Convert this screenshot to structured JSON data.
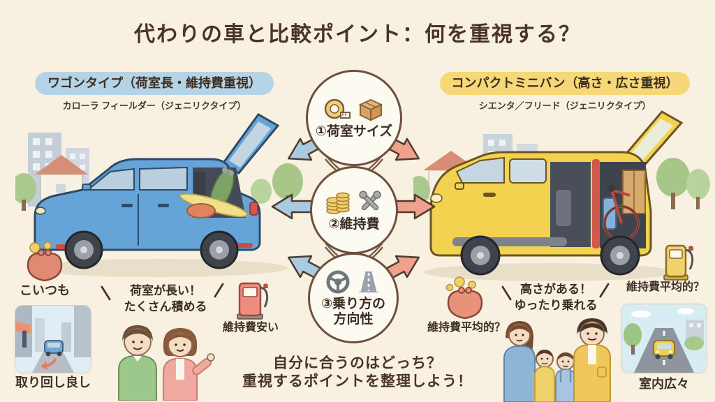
{
  "title": "代わりの車と比較ポイント：何を重視する？",
  "left": {
    "header": "ワゴンタイプ（荷室長・維持費重視）",
    "subtitle": "カローラ フィールダー（ジェニリクタイプ）",
    "purse_caption": "こいつも",
    "bubble_line1": "荷室が長い！",
    "bubble_line2": "たくさん積める",
    "fuel_caption": "維持費安い",
    "scene_caption": "取り回し良し",
    "accent_color": "#b5d3e7",
    "arrow_color": "#a9cbe2",
    "car_color": "#66a3d6"
  },
  "right": {
    "header": "コンパクトミニバン（高さ・広さ重視）",
    "subtitle": "シエンタ／フリード（ジェニリクタイプ）",
    "purse_caption": "維持費平均的？",
    "bubble_line1": "高さがある！",
    "bubble_line2": "ゆったり乗れる",
    "fuel_caption": "維持費平均的？",
    "scene_caption": "室内広々",
    "accent_color": "#f6d878",
    "arrow_color": "#efa18e",
    "car_color": "#f2d24e"
  },
  "points": [
    {
      "label": "①荷室サイズ",
      "icons": [
        "tape-measure-icon",
        "cardboard-box-icon"
      ]
    },
    {
      "label": "②維持費",
      "icons": [
        "coin-stack-icon",
        "crossed-wrenches-icon"
      ]
    },
    {
      "label": "③乗り方の",
      "label2": "方向性",
      "icons": [
        "steering-wheel-icon",
        "road-icon"
      ]
    }
  ],
  "footer_line1": "自分に合うのはどっち？",
  "footer_line2": "重視するポイントを整理しよう！",
  "colors": {
    "background": "#f8f1e1",
    "title_text": "#4a3426",
    "circle_border": "#6e4f3e",
    "caption_text": "#3f3028"
  }
}
